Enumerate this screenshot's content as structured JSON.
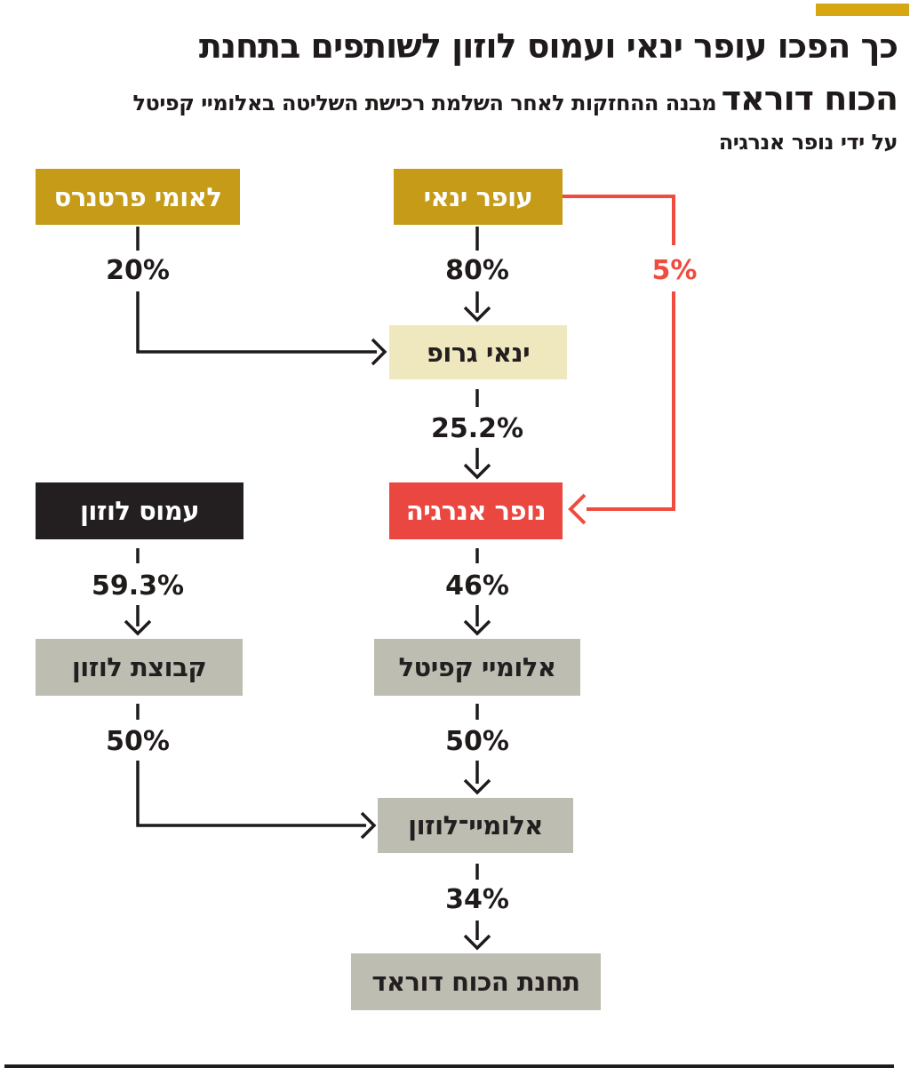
{
  "header": {
    "title_line1": "כך הפכו עופר ינאי ועמוס לוזון לשותפים בתחנת",
    "title_line2": "הכוח דוראד",
    "subtitle_line1": "מבנה ההחזקות לאחר השלמת רכישת השליטה באלומיי קפיטל",
    "subtitle_line2": "על ידי נופר אנרגיה"
  },
  "nodes": {
    "leumi": {
      "label": "לאומי פרטנרס",
      "style": "gold"
    },
    "ofer": {
      "label": "עופר ינאי",
      "style": "gold"
    },
    "yanai_group": {
      "label": "ינאי גרופ",
      "style": "cream"
    },
    "amos": {
      "label": "עמוס לוזון",
      "style": "black"
    },
    "nofar": {
      "label": "נופר אנרגיה",
      "style": "red"
    },
    "lozon_group": {
      "label": "קבוצת לוזון",
      "style": "gray"
    },
    "ellomay_capital": {
      "label": "אלומיי קפיטל",
      "style": "gray"
    },
    "ellomay_lozon": {
      "label": "אלומיי־לוזון",
      "style": "gray"
    },
    "dorad": {
      "label": "תחנת הכוח דוראד",
      "style": "gray"
    }
  },
  "edges": [
    {
      "from": "leumi",
      "to": "yanai_group",
      "percent": "20%",
      "color": "black"
    },
    {
      "from": "ofer",
      "to": "yanai_group",
      "percent": "80%",
      "color": "black"
    },
    {
      "from": "ofer",
      "to": "nofar",
      "percent": "5%",
      "color": "red"
    },
    {
      "from": "yanai_group",
      "to": "nofar",
      "percent": "25.2%",
      "color": "black"
    },
    {
      "from": "amos",
      "to": "lozon_group",
      "percent": "59.3%",
      "color": "black"
    },
    {
      "from": "nofar",
      "to": "ellomay_capital",
      "percent": "46%",
      "color": "black"
    },
    {
      "from": "lozon_group",
      "to": "ellomay_lozon",
      "percent": "50%",
      "color": "black"
    },
    {
      "from": "ellomay_capital",
      "to": "ellomay_lozon",
      "percent": "50%",
      "color": "black"
    },
    {
      "from": "ellomay_lozon",
      "to": "dorad",
      "percent": "34%",
      "color": "black"
    }
  ],
  "colors": {
    "gold": "#c59b17",
    "goldbar": "#d6a713",
    "cream": "#efe8be",
    "red": "#e94740",
    "redline": "#f04b3d",
    "dark": "#231f20",
    "gray": "#bebdb1",
    "ink": "#1f1b1a"
  }
}
